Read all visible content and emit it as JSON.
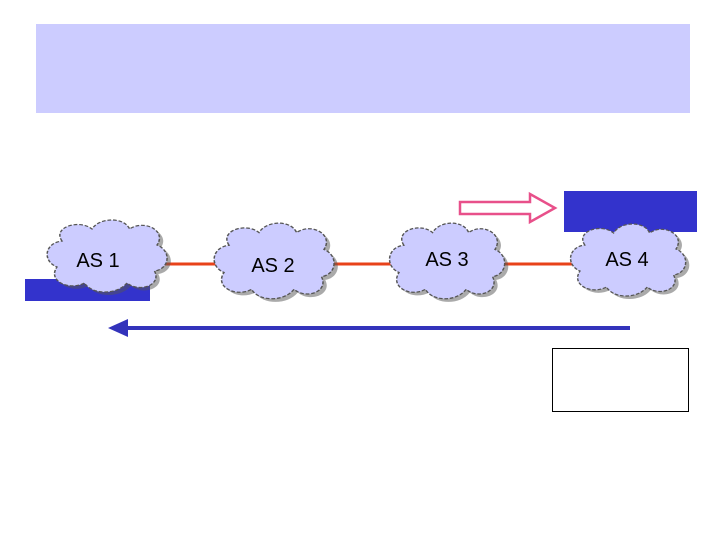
{
  "colors": {
    "banner": "#ccccff",
    "block": "#3333cc",
    "link": "#e8421a",
    "arrow_blue": "#3333bb",
    "arrow_pink": "#e8508a",
    "cloud_fill": "#ccccff",
    "cloud_stroke": "#555555"
  },
  "nodes": [
    {
      "id": "as1",
      "label": "AS 1"
    },
    {
      "id": "as2",
      "label": "AS 2"
    },
    {
      "id": "as3",
      "label": "AS 3"
    },
    {
      "id": "as4",
      "label": "AS 4"
    }
  ],
  "links": [
    {
      "from": "as1",
      "to": "as2"
    },
    {
      "from": "as2",
      "to": "as3"
    },
    {
      "from": "as3",
      "to": "as4"
    }
  ],
  "arrows": [
    {
      "name": "announcement-arrow",
      "direction": "right",
      "style": "hollow",
      "color": "pink"
    },
    {
      "name": "traffic-arrow",
      "direction": "left",
      "style": "solid",
      "color": "blue"
    }
  ]
}
